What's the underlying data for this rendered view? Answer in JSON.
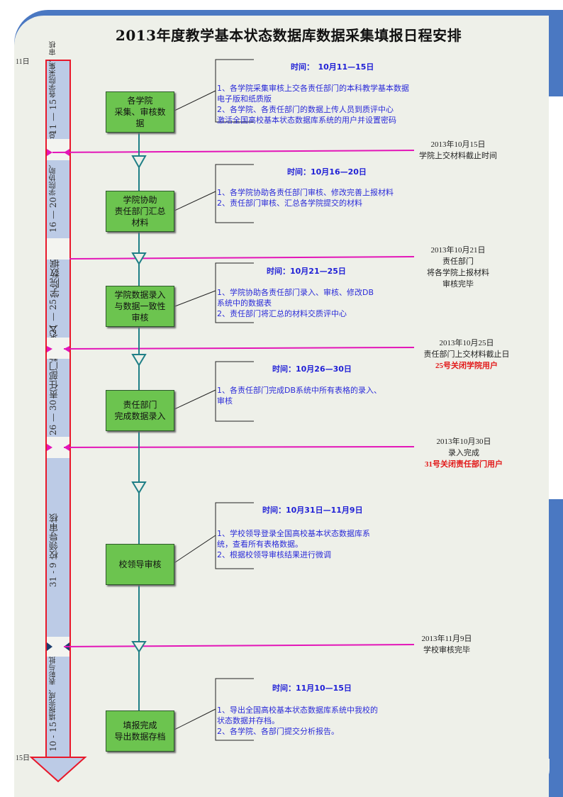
{
  "title": "2013年度教学基本状态数据库数据采集填报日程安排",
  "timeline": {
    "start_label": "11日",
    "end_label": "15日",
    "segments": [
      {
        "days": "11 — 15",
        "label": "各学院采集、审核"
      },
      {
        "days": "16 — 20",
        "label": "学院协助、部门汇总"
      },
      {
        "days": "21 — 25",
        "label": "学院数据录入"
      },
      {
        "days": "26 — 30",
        "label": "责任部门数据录入"
      },
      {
        "days": "31 - 9",
        "label": "校领导审核"
      },
      {
        "days": "10 - 15",
        "label": "填报完成、表彰与批评"
      }
    ]
  },
  "steps": [
    {
      "box": "各学院\n采集、审核数\n据",
      "time": "时间：　10月11—15日",
      "desc": "1、各学院采集审核上交各责任部门的本科教学基本数据\n电子版和纸质版\n2、各学院、各责任部门的数据上传人员到质评中心\n激活全国高校基本状态数据库系统的用户并设置密码"
    },
    {
      "box": "学院协助\n责任部门汇总\n材料",
      "time": "时间：10月16—20日",
      "desc": "1、各学院协助各责任部门审核、修改完善上报材料\n2、责任部门审核、汇总各学院提交的材料"
    },
    {
      "box": "学院数据录入\n与数据一致性\n审核",
      "time": "时间：10月21—25日",
      "desc": "1、学院协助各责任部门录入、审核、修改DB\n系统中的数据表\n2、责任部门将汇总的材料交质评中心"
    },
    {
      "box": "责任部门\n完成数据录入",
      "time": "时间：10月26—30日",
      "desc": "1、各责任部门完成DB系统中所有表格的录入、\n审核"
    },
    {
      "box": "校领导审核",
      "time": "时间：10月31日—11月9日",
      "desc": "1、学校领导登录全国高校基本状态数据库系\n统，查看所有表格数据。\n2、根据校领导审核结果进行微调"
    },
    {
      "box": "填报完成\n导出数据存档",
      "time": "时间：11月10—15日",
      "desc": "1、导出全国高校基本状态数据库系统中我校的\n状态数据并存档。\n2、各学院、各部门提交分析报告。"
    }
  ],
  "milestones": [
    {
      "date": "2013年10月15日",
      "lines": [
        "学院上交材料截止时间"
      ],
      "red": ""
    },
    {
      "date": "2013年10月21日",
      "lines": [
        "责任部门",
        "将各学院上报材料",
        "审核完毕"
      ],
      "red": ""
    },
    {
      "date": "2013年10月25日",
      "lines": [
        "责任部门上交材料截止日"
      ],
      "red": "25号关闭学院用户"
    },
    {
      "date": "2013年10月30日",
      "lines": [
        "录入完成"
      ],
      "red": "31号关闭责任部门用户"
    },
    {
      "date": "2013年11月9日",
      "lines": [
        "学校审核完毕"
      ],
      "red": ""
    }
  ],
  "colors": {
    "frame": "#4a78c2",
    "panel": "#eef0e9",
    "timeline_border": "#e8182a",
    "timeline_fill": "#bccbe6",
    "milestone_line": "#e316b8",
    "box_fill": "#6cc44f",
    "flow_line": "#1f7f86",
    "desc_text": "#2b2bd9",
    "red_text": "#e21a1a"
  }
}
